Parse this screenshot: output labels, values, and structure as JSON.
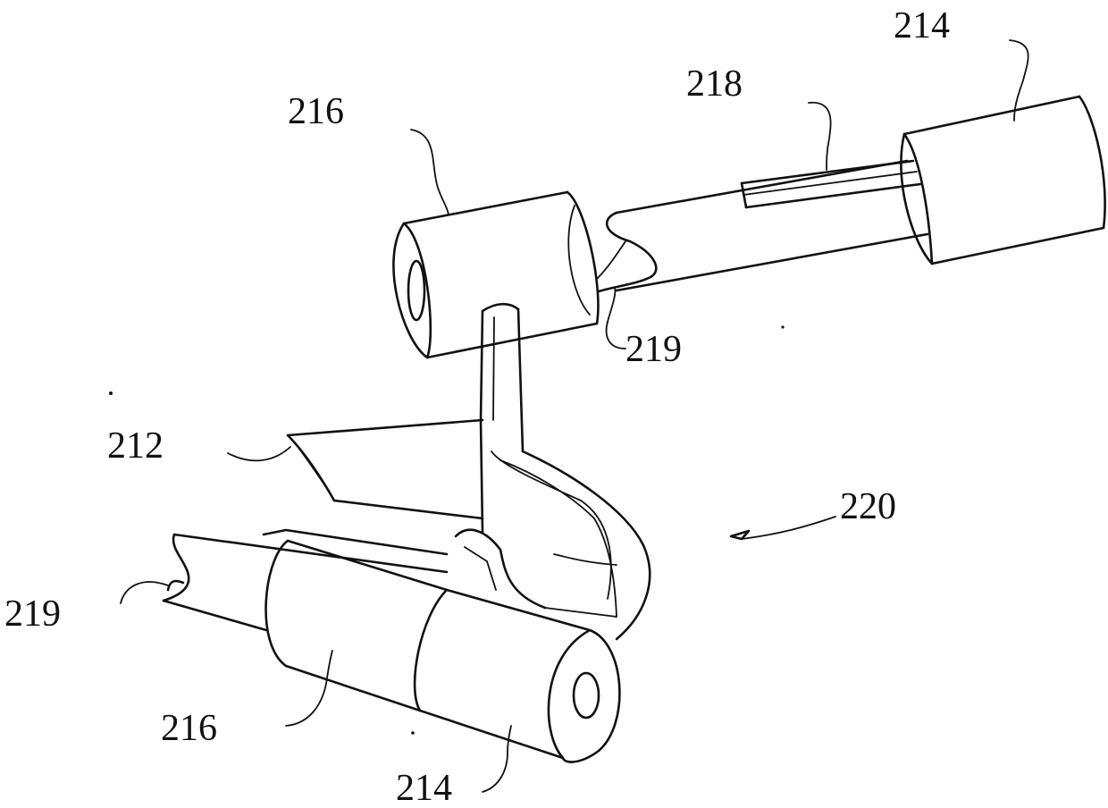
{
  "figure": {
    "labels": {
      "top_214": "214",
      "top_218": "218",
      "top_216": "216",
      "top_219": "219",
      "mid_212": "212",
      "mid_220": "220",
      "left_219": "219",
      "bottom_216": "216",
      "bottom_214": "214"
    },
    "line_color": "#111111",
    "background_color": "#ffffff"
  }
}
